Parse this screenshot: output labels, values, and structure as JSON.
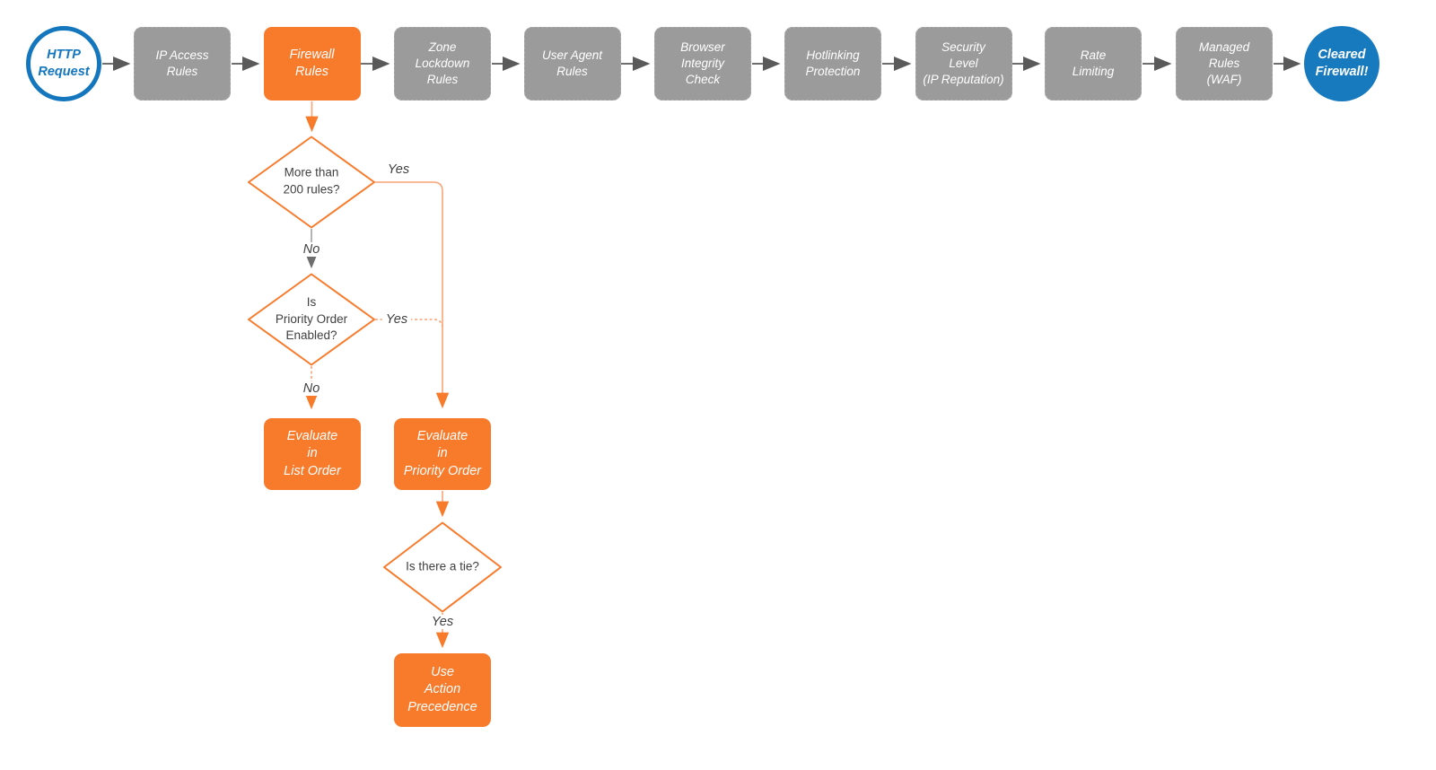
{
  "colors": {
    "orange": "#f87a2b",
    "orange_line": "#f9a477",
    "gray_node": "#9b9b9b",
    "gray_line": "#a2a2a2",
    "dark_arrow": "#5a5a5a",
    "blue": "#1477bd",
    "text_dark": "#404040",
    "white": "#ffffff"
  },
  "flow": {
    "start": {
      "label": "HTTP\nRequest"
    },
    "pipeline": [
      {
        "label": "IP Access\nRules",
        "state": "default"
      },
      {
        "label": "Firewall\nRules",
        "state": "highlighted"
      },
      {
        "label": "Zone\nLockdown\nRules",
        "state": "default"
      },
      {
        "label": "User Agent\nRules",
        "state": "default"
      },
      {
        "label": "Browser\nIntegrity\nCheck",
        "state": "default"
      },
      {
        "label": "Hotlinking\nProtection",
        "state": "default"
      },
      {
        "label": "Security\nLevel\n(IP Reputation)",
        "state": "default"
      },
      {
        "label": "Rate\nLimiting",
        "state": "default"
      },
      {
        "label": "Managed\nRules\n(WAF)",
        "state": "default"
      }
    ],
    "end": {
      "label": "Cleared\nFirewall!"
    },
    "decisions": [
      {
        "id": "d1",
        "label": "More than\n200 rules?"
      },
      {
        "id": "d2",
        "label": "Is\nPriority Order\nEnabled?"
      },
      {
        "id": "d3",
        "label": "Is there a tie?"
      }
    ],
    "actions": [
      {
        "label": "Evaluate\nin\nList Order"
      },
      {
        "label": "Evaluate\nin\nPriority Order"
      },
      {
        "label": "Use\nAction\nPrecedence"
      }
    ],
    "edge_labels": {
      "d1_yes": "Yes",
      "d1_no": "No",
      "d2_yes": "Yes",
      "d2_no": "No",
      "d3_yes": "Yes"
    },
    "edges": [
      {
        "from": "HTTP Request",
        "to": "IP Access Rules"
      },
      {
        "from": "IP Access Rules",
        "to": "Firewall Rules"
      },
      {
        "from": "Firewall Rules",
        "to": "Zone Lockdown Rules"
      },
      {
        "from": "Zone Lockdown Rules",
        "to": "User Agent Rules"
      },
      {
        "from": "User Agent Rules",
        "to": "Browser Integrity Check"
      },
      {
        "from": "Browser Integrity Check",
        "to": "Hotlinking Protection"
      },
      {
        "from": "Hotlinking Protection",
        "to": "Security Level (IP Reputation)"
      },
      {
        "from": "Security Level (IP Reputation)",
        "to": "Rate Limiting"
      },
      {
        "from": "Rate Limiting",
        "to": "Managed Rules (WAF)"
      },
      {
        "from": "Managed Rules (WAF)",
        "to": "Cleared Firewall!"
      },
      {
        "from": "Firewall Rules",
        "to": "More than 200 rules?"
      },
      {
        "from": "More than 200 rules?",
        "to": "Evaluate in Priority Order",
        "label": "Yes"
      },
      {
        "from": "More than 200 rules?",
        "to": "Is Priority Order Enabled?",
        "label": "No"
      },
      {
        "from": "Is Priority Order Enabled?",
        "to": "Evaluate in Priority Order",
        "label": "Yes"
      },
      {
        "from": "Is Priority Order Enabled?",
        "to": "Evaluate in List Order",
        "label": "No"
      },
      {
        "from": "Evaluate in Priority Order",
        "to": "Is there a tie?"
      },
      {
        "from": "Is there a tie?",
        "to": "Use Action Precedence",
        "label": "Yes"
      }
    ]
  }
}
